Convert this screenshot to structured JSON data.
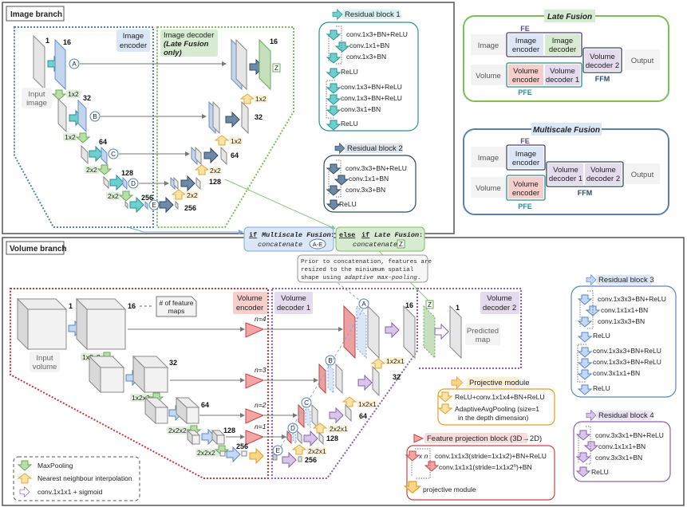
{
  "image_branch": {
    "title": "Image branch",
    "encoder_label": [
      "Image",
      "encoder"
    ],
    "decoder_label": [
      "Image decoder",
      "(Late Fusion",
      "only)"
    ],
    "input_label": [
      "Input",
      "image"
    ],
    "encoder_channels": [
      "1",
      "16",
      "32",
      "64",
      "128",
      "256"
    ],
    "decoder_channels": [
      "16",
      "32",
      "64",
      "128",
      "256"
    ],
    "pool_labels": [
      "1x2",
      "1x2",
      "2x2",
      "2x2"
    ],
    "up_labels": [
      "1x2",
      "1x2",
      "2x2",
      "2x2"
    ],
    "skip_markers": [
      "A",
      "B",
      "C",
      "D",
      "E"
    ],
    "output_marker": "Z"
  },
  "residual_block_1": {
    "title": "Residual block 1",
    "lines": [
      "conv.1x3+BN+ReLU",
      "conv.1x1+BN",
      "conv.1x3+BN",
      "ReLU",
      "conv.1x3+BN+ReLU",
      "conv.1x3+BN+ReLU",
      "conv.3x1+BN",
      "ReLU"
    ]
  },
  "residual_block_2": {
    "title": "Residual block 2",
    "lines": [
      "conv.3x3+BN+ReLU",
      "conv.1x1+BN",
      "conv.3x3+BN",
      "ReLU"
    ]
  },
  "late_fusion": {
    "title": "Late Fusion",
    "row_labels": [
      "Image",
      "Volume"
    ],
    "fe": "FE",
    "pfe": "PFE",
    "ffm": "FFM",
    "image_encoder": [
      "Image",
      "encoder"
    ],
    "image_decoder": [
      "Image",
      "decoder"
    ],
    "volume_encoder": [
      "Volume",
      "encoder"
    ],
    "volume_decoder_1": [
      "Volume",
      "decoder 1"
    ],
    "volume_decoder_2": [
      "Volume",
      "decoder 2"
    ],
    "output": "Output"
  },
  "multiscale_fusion": {
    "title": "Multiscale Fusion",
    "row_labels": [
      "Image",
      "Volume"
    ],
    "fe": "FE",
    "pfe": "PFE",
    "ffm": "FFM",
    "image_encoder": [
      "Image",
      "encoder"
    ],
    "volume_encoder": [
      "Volume",
      "encoder"
    ],
    "volume_decoder_1": [
      "Volume",
      "decoder 1"
    ],
    "volume_decoder_2": [
      "Volume",
      "decoder 2"
    ],
    "output": "Output"
  },
  "fusion_condition": {
    "ms_if": "if",
    "ms_cond": "Multiscale Fusion",
    "ms_action": "concatenate",
    "ms_marker": "A-E",
    "lf_else": "else",
    "lf_if": "if",
    "lf_cond": "Late Fusion",
    "lf_action": "concatenate",
    "lf_marker": "Z",
    "note": [
      "Prior to concatenation, features are",
      "resized to the miniumum spatial",
      "shape using ",
      "adaptive max-pooling",
      "."
    ]
  },
  "volume_branch": {
    "title": "Volume branch",
    "encoder_label": [
      "Volume",
      "encoder"
    ],
    "decoder1_label": [
      "Volume",
      "decoder 1"
    ],
    "decoder2_label": [
      "Volume",
      "decoder 2"
    ],
    "input_label": [
      "Input",
      "volume"
    ],
    "predicted_label": [
      "Predicted",
      "map"
    ],
    "feature_maps_note": [
      "# of feature",
      "maps"
    ],
    "encoder_channels": [
      "1",
      "16",
      "32",
      "64",
      "128",
      "256"
    ],
    "decoder_channels": [
      "16",
      "32",
      "64",
      "128",
      "256"
    ],
    "output_channels": "1",
    "pool_labels": [
      "1x2x2",
      "1x2x2",
      "2x2x2",
      "2x2x2"
    ],
    "up_labels": [
      "1x2x1",
      "1x2x1",
      "2x2x1",
      "2x2x1"
    ],
    "n_labels": [
      "n=4",
      "n=3",
      "n=2",
      "n=1"
    ],
    "skip_markers": [
      "A",
      "B",
      "C",
      "D",
      "E"
    ],
    "output_marker": "Z"
  },
  "residual_block_3": {
    "title": "Residual block 3",
    "lines": [
      "conv.1x3x3+BN+ReLU",
      "conv.1x1x1+BN",
      "conv.1x3x3+BN",
      "ReLU",
      "conv.1x3x3+BN+ReLU",
      "conv.1x3x3+BN+ReLU",
      "conv.3x1x1+BN",
      "ReLU"
    ]
  },
  "residual_block_4": {
    "title": "Residual block 4",
    "lines": [
      "conv.3x3x1+BN+ReLU",
      "conv.1x1x1+BN",
      "conv.3x3x1+BN",
      "ReLU"
    ]
  },
  "projective_module": {
    "title": "Projective module",
    "lines": [
      "ReLU+conv.1x1x4+BN+ReLU",
      "AdaptiveAvgPooling (size=1",
      "in the depth dimension)"
    ]
  },
  "feature_projection_block": {
    "title": "Feature projection block (3D→2D)",
    "repeat": "x n",
    "lines": [
      "conv.1x1x3(stride=1x1x2)+BN+ReLU",
      "conv.1x1x1(stride=1x1x2",
      "n",
      ")+BN",
      "projective module"
    ]
  },
  "legend": {
    "items": [
      "MaxPooling",
      "Nearest neighbour interpolation",
      "conv.1x1x1 + sigmoid"
    ]
  },
  "colors": {
    "teal": "#5bc0c8",
    "blue": "#7fa8e0",
    "green_pool": "#8bc97a",
    "yellow_up": "#f3c15a",
    "purple": "#b9a0d6",
    "red": "#e8a0a0",
    "slate": "#5c7a94"
  }
}
